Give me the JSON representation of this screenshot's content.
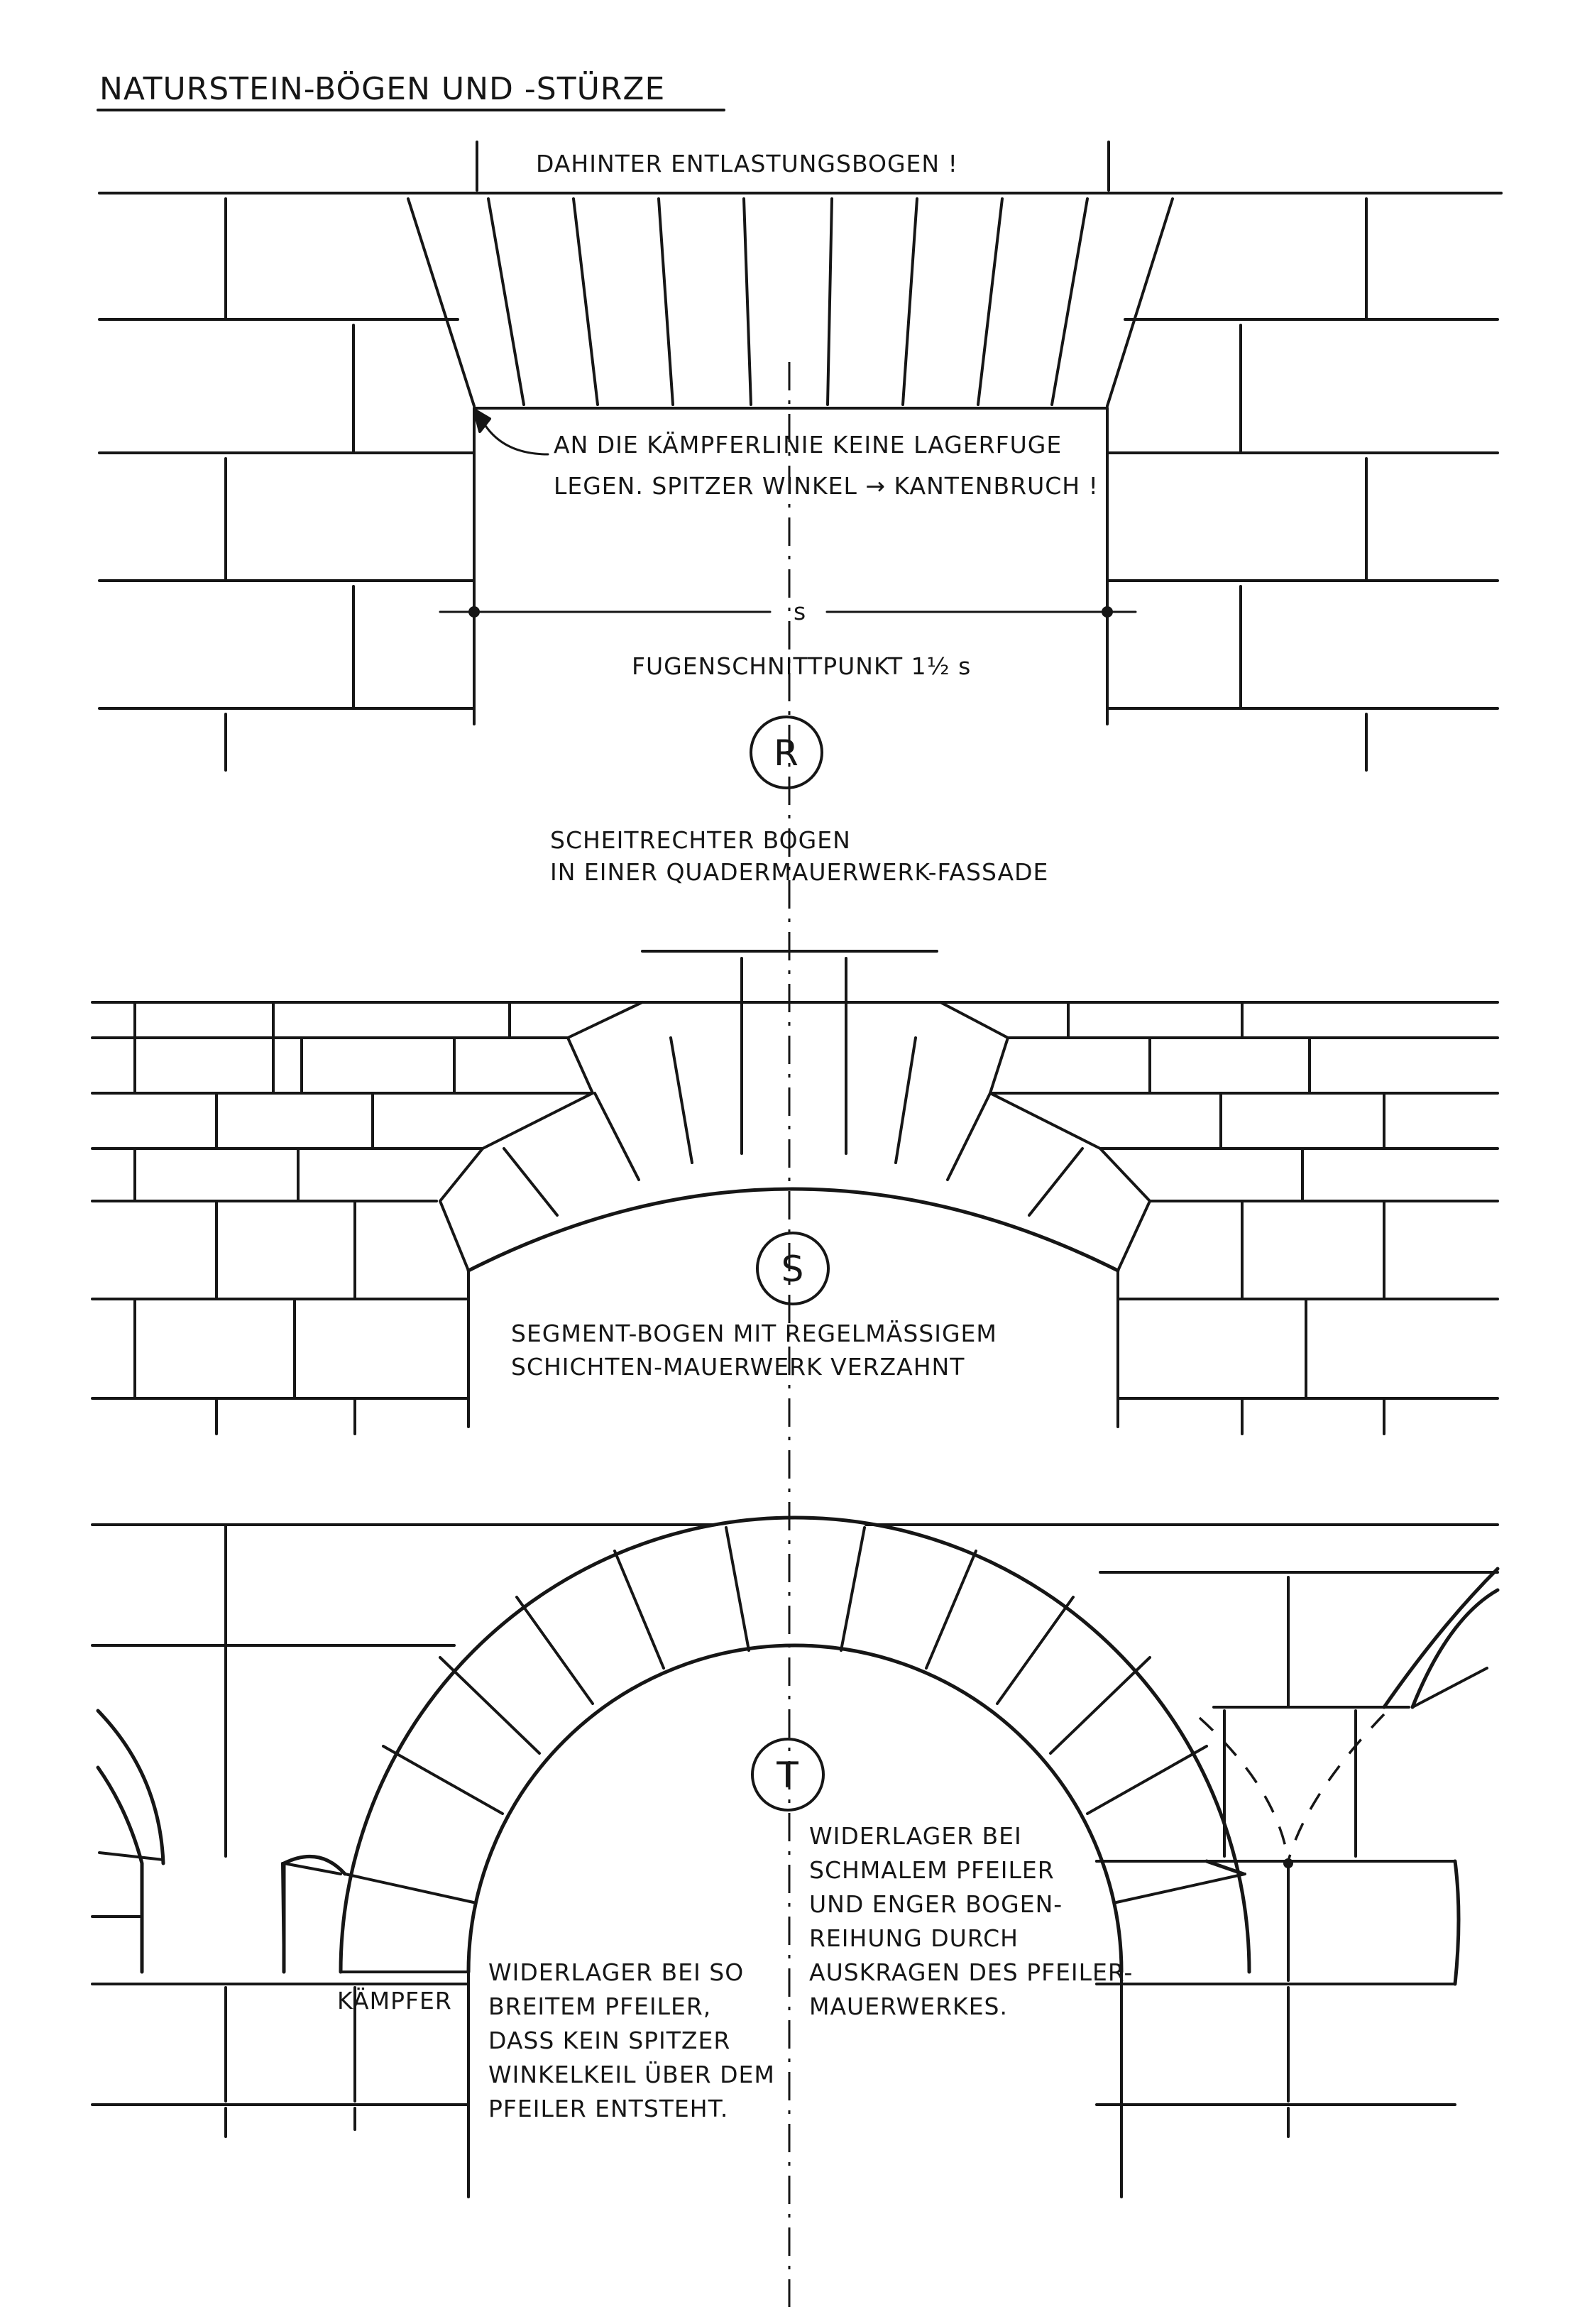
{
  "title": "NATURSTEIN-BÖGEN UND -STÜRZE",
  "section_r": {
    "top_note": "DAHINTER ENTLASTUNGSBOGEN !",
    "callout_line1": "AN DIE KÄMPFERLINIE KEINE LAGERFUGE",
    "callout_line2": "LEGEN. SPITZER WINKEL → KANTENBRUCH !",
    "dimension_s": "s",
    "joint_point": "FUGENSCHNITTPUNKT 1½ s",
    "marker": "R",
    "caption_line1": "SCHEITRECHTER BOGEN",
    "caption_line2": "IN EINER QUADERMAUERWERK-FASSADE"
  },
  "section_s": {
    "marker": "S",
    "caption_line1": "SEGMENT-BOGEN MIT REGELMÄSSIGEM",
    "caption_line2": "SCHICHTEN-MAUERWERK VERZAHNT"
  },
  "section_t": {
    "marker": "T",
    "kaempfer_label": "KÄMPFER",
    "note_left": [
      "WIDERLAGER BEI SO",
      "BREITEM PFEILER,",
      "DASS KEIN SPITZER",
      "WINKELKEIL ÜBER DEM",
      "PFEILER ENTSTEHT."
    ],
    "note_right": [
      "WIDERLAGER BEI",
      "SCHMALEM PFEILER",
      "UND ENGER BOGEN-",
      "REIHUNG DURCH",
      "AUSKRAGEN DES PFEILER-",
      "MAUERWERKES."
    ]
  },
  "colors": {
    "ink": "#161616",
    "paper": "#ffffff"
  }
}
